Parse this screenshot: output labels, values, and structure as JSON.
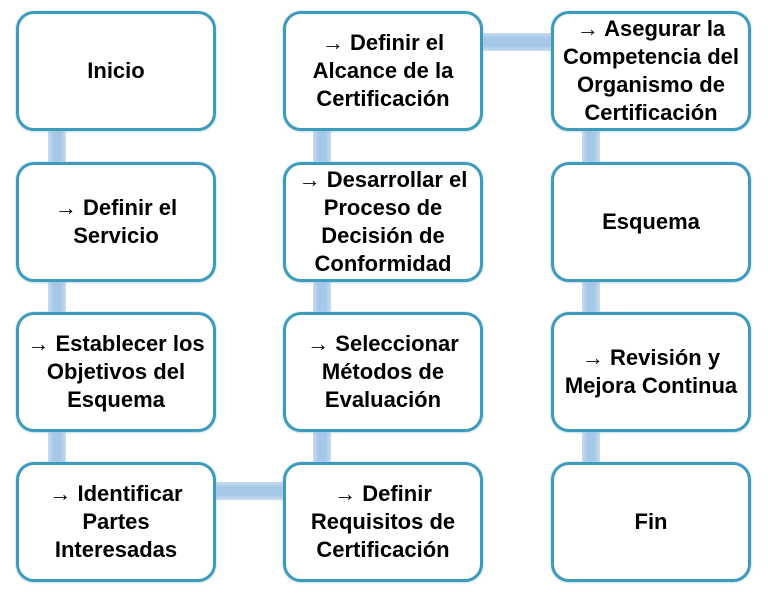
{
  "diagram": {
    "background": "#ffffff",
    "node_style": {
      "fill": "#ffffff",
      "border_color": "#3e9bbb",
      "text_color": "#000000"
    },
    "connector_color": "#a6c8e8",
    "nodes": [
      {
        "id": "inicio",
        "label": "Inicio"
      },
      {
        "id": "definir-servicio",
        "label": "→ Definir el\nServicio"
      },
      {
        "id": "establecer-objetivos",
        "label": "→ Establecer los\nObjetivos del\nEsquema"
      },
      {
        "id": "identificar-partes",
        "label": "→ Identificar\nPartes\nInteresadas"
      },
      {
        "id": "definir-alcance",
        "label": "→ Definir el\nAlcance de la\nCertificación"
      },
      {
        "id": "desarrollar-proceso",
        "label": "→ Desarrollar el\nProceso de\nDecisión de\nConformidad"
      },
      {
        "id": "seleccionar-metodos",
        "label": "→ Seleccionar\nMétodos de\nEvaluación"
      },
      {
        "id": "definir-requisitos",
        "label": "→ Definir\nRequisitos de\nCertificación"
      },
      {
        "id": "asegurar-competencia",
        "label": "→ Asegurar la\nCompetencia del\nOrganismo de\nCertificación"
      },
      {
        "id": "esquema",
        "label": "Esquema"
      },
      {
        "id": "revision-mejora",
        "label": "→ Revisión y\nMejora Continua"
      },
      {
        "id": "fin",
        "label": "Fin"
      }
    ]
  }
}
